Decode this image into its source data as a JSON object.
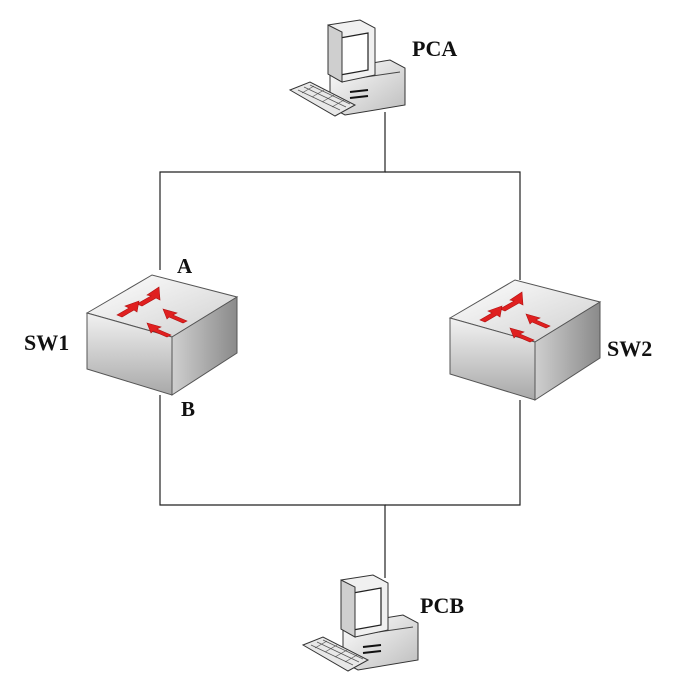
{
  "nodes": {
    "pca": {
      "label": "PCA",
      "icon": "desktop-computer-icon"
    },
    "pcb": {
      "label": "PCB",
      "icon": "desktop-computer-icon"
    },
    "sw1": {
      "label": "SW1",
      "icon": "network-switch-icon"
    },
    "sw2": {
      "label": "SW2",
      "icon": "network-switch-icon"
    }
  },
  "ports": {
    "a": "A",
    "b": "B"
  },
  "colors": {
    "line": "#222222",
    "switch_arrow": "#e02020",
    "switch_body": "#d8d8d8",
    "computer_body": "#e6e6e6"
  }
}
